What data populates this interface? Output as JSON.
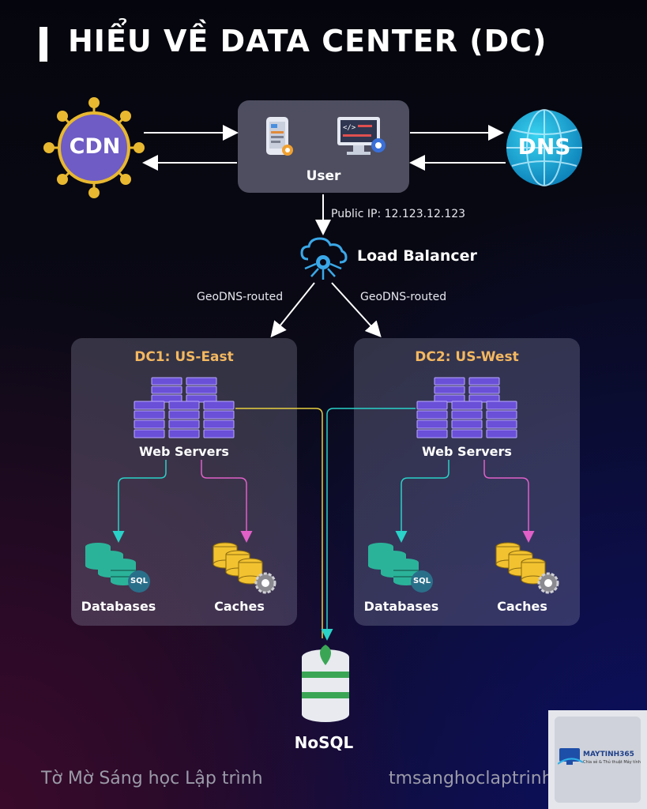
{
  "title": "HIỂU VỀ DATA CENTER (DC)",
  "cdn": {
    "label": "CDN"
  },
  "dns": {
    "label": "DNS"
  },
  "user": {
    "label": "User"
  },
  "public_ip": "Public IP: 12.123.12.123",
  "load_balancer": {
    "label": "Load Balancer"
  },
  "route_left": "GeoDNS-routed",
  "route_right": "GeoDNS-routed",
  "dc1": {
    "title": "DC1: US-East",
    "web": "Web Servers",
    "db": "Databases",
    "cache": "Caches",
    "sql": "SQL"
  },
  "dc2": {
    "title": "DC2: US-West",
    "web": "Web Servers",
    "db": "Databases",
    "cache": "Caches",
    "sql": "SQL"
  },
  "nosql": {
    "label": "NoSQL"
  },
  "footer_left": "Tờ Mờ Sáng học Lập trình",
  "footer_right": "tmsanghoclaptrinh.com",
  "logo": {
    "brand": "MAYTINH365",
    "tagline": "Chia sẻ & Thủ thuật Máy tính"
  },
  "colors": {
    "accent_title": "#f4b860",
    "server": "#6a4fd8",
    "db": "#2bb39a",
    "cache": "#f2c230",
    "nosql": "#3aa655",
    "arrow_teal": "#2ad1c8",
    "arrow_pink": "#e060c8",
    "arrow_yellow": "#e8d040"
  }
}
